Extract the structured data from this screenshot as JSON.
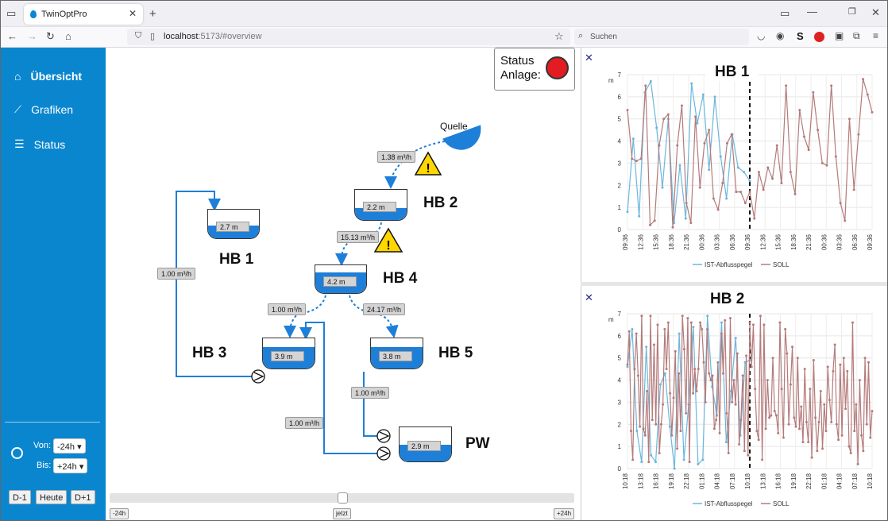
{
  "browser": {
    "tab_title": "TwinOptPro",
    "url_host": "localhost",
    "url_rest": ":5173/#overview",
    "search_placeholder": "Suchen"
  },
  "sidebar": {
    "items": [
      {
        "label": "Übersicht",
        "icon": "home-icon"
      },
      {
        "label": "Grafiken",
        "icon": "chart-icon"
      },
      {
        "label": "Status",
        "icon": "list-icon"
      }
    ],
    "from_label": "Von:",
    "from_value": "-24h",
    "to_label": "Bis:",
    "to_value": "+24h",
    "buttons": [
      "D-1",
      "Heute",
      "D+1"
    ]
  },
  "status": {
    "line1": "Status",
    "line2": "Anlage:",
    "color": "#e31b23"
  },
  "schematic": {
    "source_label": "Quelle",
    "tanks": {
      "hb1": {
        "name": "HB 1",
        "level": "2.7 m",
        "fill": 0.45
      },
      "hb2": {
        "name": "HB 2",
        "level": "2.2 m",
        "fill": 0.4
      },
      "hb4": {
        "name": "HB 4",
        "level": "4.2 m",
        "fill": 0.75
      },
      "hb3": {
        "name": "HB 3",
        "level": "3.9 m",
        "fill": 0.7
      },
      "hb5": {
        "name": "HB 5",
        "level": "3.8 m",
        "fill": 0.7
      },
      "pw": {
        "name": "PW",
        "level": "2.9 m",
        "fill": 0.5
      }
    },
    "flows": {
      "source_hb2": "1.38 m³/h",
      "hb2_hb4": "15.13 m³/h",
      "loop_hb1": "1.00 m³/h",
      "hb4_hb3": "1.00 m³/h",
      "hb4_hb5": "24.17 m³/h",
      "hb5_pw": "1.00 m³/h",
      "pw_hb3": "1.00 m³/h"
    }
  },
  "timeline": {
    "left": "-24h",
    "center": "jetzt",
    "right": "+24h",
    "position": 0.5
  },
  "charts": [
    {
      "title": "HB 1",
      "ylabel": "m",
      "xticks": [
        "09:36",
        "12:36",
        "15:36",
        "18:36",
        "21:36",
        "00:36",
        "03:36",
        "06:36",
        "09:36",
        "12:36",
        "15:36",
        "18:36",
        "21:36",
        "00:36",
        "03:36",
        "06:36",
        "09:36"
      ],
      "legend": [
        "IST-Abflusspegel",
        "SOLL"
      ]
    },
    {
      "title": "HB 2",
      "ylabel": "m",
      "xticks": [
        "10:18",
        "13:18",
        "16:18",
        "19:18",
        "22:18",
        "01:18",
        "04:18",
        "07:18",
        "10:18",
        "13:18",
        "16:18",
        "19:18",
        "22:18",
        "01:18",
        "04:18",
        "07:18",
        "10:18"
      ],
      "legend": [
        "IST-Abflusspegel",
        "SOLL"
      ]
    }
  ],
  "chart_data": [
    {
      "type": "line",
      "title": "HB 1",
      "ylabel": "m",
      "ylim": [
        0,
        7
      ],
      "grid": true,
      "legend": "bottom",
      "x_index": [
        0,
        1,
        2,
        3,
        4,
        5,
        6,
        7,
        8,
        9,
        10,
        11,
        12,
        13,
        14,
        15,
        16,
        17,
        18,
        19,
        20,
        21,
        22,
        23,
        24,
        25,
        26,
        27,
        28,
        29,
        30,
        31,
        32,
        33,
        34,
        35,
        36,
        37,
        38,
        39,
        40,
        41,
        42,
        43,
        44,
        45,
        46,
        47,
        48
      ],
      "series": [
        {
          "name": "IST-Abflusspegel",
          "color": "#6bb7dc",
          "values": [
            0.8,
            4.1,
            0.6,
            6.2,
            6.7,
            4.6,
            1.9,
            5.0,
            0.3,
            2.9,
            0.5,
            6.6,
            4.8,
            6.1,
            2.7,
            6.0,
            3.3,
            1.4,
            4.3,
            2.8,
            2.6,
            2.2
          ]
        },
        {
          "name": "SOLL",
          "color": "#b57a7a",
          "values": [
            5.4,
            3.2,
            3.1,
            3.2,
            6.5,
            0.2,
            0.4,
            3.8,
            5.0,
            5.2,
            0.1,
            3.8,
            5.6,
            1.2,
            0.3,
            5.1,
            1.9,
            3.9,
            4.5,
            1.4,
            0.9,
            2.1,
            3.9,
            4.3,
            1.7,
            1.7,
            1.2,
            1.7,
            0.5,
            2.6,
            1.8,
            2.8,
            2.3,
            3.8,
            2.1,
            6.5,
            2.6,
            1.6,
            5.4,
            4.2,
            3.6,
            6.2,
            4.5,
            3.0,
            2.9,
            6.5,
            3.3,
            1.2,
            0.4,
            5.0,
            1.8,
            4.3,
            6.8,
            6.1,
            5.3
          ]
        }
      ]
    },
    {
      "type": "line",
      "title": "HB 2",
      "ylabel": "m",
      "ylim": [
        0,
        7
      ],
      "grid": true,
      "legend": "bottom",
      "series": [
        {
          "name": "IST-Abflusspegel",
          "color": "#6bb7dc",
          "values": [
            4.6,
            6.3,
            1.7,
            0.3,
            5.5,
            0.6,
            0.3,
            3.8,
            4.3,
            1.9,
            0.0,
            6.1,
            0.4,
            2.9,
            6.4,
            0.2,
            0.4,
            6.9,
            3.7,
            2.4,
            6.6,
            1.2,
            3.5,
            5.9,
            1.5,
            4.8,
            4.9
          ]
        },
        {
          "name": "SOLL",
          "color": "#b57a7a",
          "values": [
            4.7,
            6.2,
            1.7,
            0.4,
            4.5,
            6.1,
            4.2,
            1.9,
            6.9,
            1.8,
            1.5,
            3.5,
            0.3,
            6.9,
            2.2,
            5.6,
            2.0,
            6.5,
            0.7,
            2.0,
            2.9,
            6.3,
            4.5,
            6.6,
            3.4,
            1.5,
            3.2,
            5.3,
            0.9,
            4.3,
            1.7,
            6.9,
            5.4,
            2.5,
            6.8,
            0.3,
            6.6,
            3.4,
            4.5,
            3.5,
            4.5,
            6.6,
            6.3,
            4.8,
            3.0,
            6.3,
            4.3,
            4.0,
            4.2,
            1.8,
            2.2,
            4.8,
            1.6,
            6.1,
            4.3,
            6.7,
            2.5,
            0.7,
            6.8,
            3.0,
            4.0,
            2.9,
            5.2,
            1.1,
            2.2,
            4.2,
            0.8,
            5.1,
            0.6,
            6.6,
            4.6,
            6.5,
            3.6,
            1.7,
            1.3,
            6.9,
            0.4,
            6.5,
            1.8,
            4.0,
            2.3,
            2.4,
            5.0,
            2.6,
            2.4,
            1.6,
            6.6,
            3.6,
            1.4,
            6.3,
            5.2,
            2.0,
            3.8,
            5.5,
            2.3,
            1.9,
            5.0,
            1.8,
            2.8,
            1.2,
            4.5,
            2.1,
            1.2,
            3.6,
            0.5,
            4.9,
            2.3,
            0.8,
            2.1,
            3.5,
            0.9,
            2.9,
            1.7,
            4.6,
            3.1,
            2.1,
            4.4,
            5.6,
            2.0,
            1.3,
            4.7,
            1.5,
            5.0,
            2.7,
            4.4,
            1.0,
            0.7,
            6.6,
            1.7,
            2.9,
            0.2,
            4.0,
            1.5,
            0.8,
            5.0,
            2.0,
            4.8,
            1.4,
            2.6
          ]
        }
      ]
    }
  ]
}
